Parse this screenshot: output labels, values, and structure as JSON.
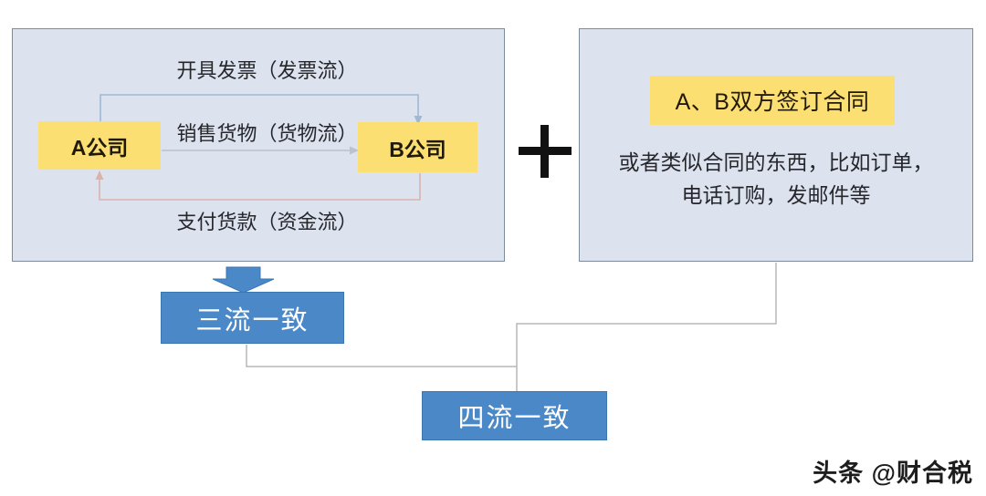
{
  "diagram": {
    "left_panel": {
      "company_a": "A公司",
      "company_b": "B公司",
      "invoice_flow_label": "开具发票（发票流）",
      "goods_flow_label": "销售货物（货物流）",
      "money_flow_label": "支付货款（资金流）"
    },
    "operator": {
      "symbol": "plus"
    },
    "right_panel": {
      "contract_box": "A、B双方签订合同",
      "contract_note": "或者类似合同的东西，比如订单，\n电话订购，发邮件等",
      "contract_note_line1": "或者类似合同的东西，比如订单，",
      "contract_note_line2": "电话订购，发邮件等"
    },
    "results": {
      "three_flows": "三流一致",
      "four_flows": "四流一致"
    },
    "watermark": "头条 @财合税",
    "colors": {
      "panel_fill": "#dde2ef",
      "panel_border": "#7d8b9c",
      "highlight_yellow": "#fbdf72",
      "result_blue": "#4a88c7",
      "result_blue_border": "#3c76b0",
      "arrow_invoice": "#9fb8d4",
      "arrow_goods": "#b9c2d0",
      "arrow_money": "#d8b4ad",
      "wire_gray": "#b5b9b9",
      "text_dark": "#25272b",
      "background": "#ffffff"
    }
  }
}
